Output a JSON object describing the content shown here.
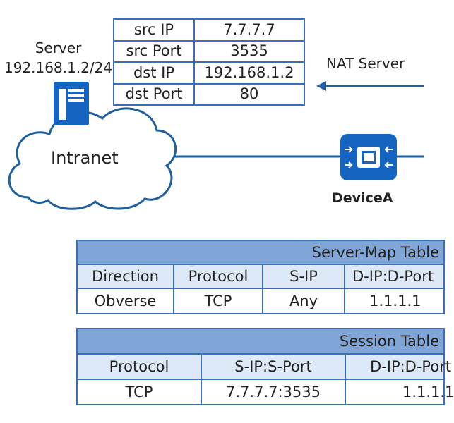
{
  "packet": {
    "rows": [
      {
        "key": "src IP",
        "val": "7.7.7.7"
      },
      {
        "key": "src Port",
        "val": "3535"
      },
      {
        "key": "dst IP",
        "val": "192.168.1.2"
      },
      {
        "key": "dst Port",
        "val": "80"
      }
    ]
  },
  "server": {
    "name": "Server",
    "ip": "192.168.1.2/24"
  },
  "nat_label": "NAT Server",
  "cloud_label": "Intranet",
  "device_label": "DeviceA",
  "server_map": {
    "title": "Server-Map Table",
    "headers": [
      "Direction",
      "Protocol",
      "S-IP",
      "D-IP:D-Port"
    ],
    "rows": [
      [
        "Obverse",
        "TCP",
        "Any",
        "1.1.1.1"
      ]
    ]
  },
  "session": {
    "title": "Session Table",
    "headers": [
      "Protocol",
      "S-IP:S-Port",
      "D-IP:D-Port"
    ],
    "rows": [
      [
        "TCP",
        "7.7.7.7:3535",
        "1.1.1.1"
      ]
    ]
  },
  "colors": {
    "line": "#1f5f9f",
    "device": "#1565c0",
    "table_border": "#3a6fb3",
    "title_bg": "#7fa6d6",
    "header_bg": "#dde9f6"
  }
}
